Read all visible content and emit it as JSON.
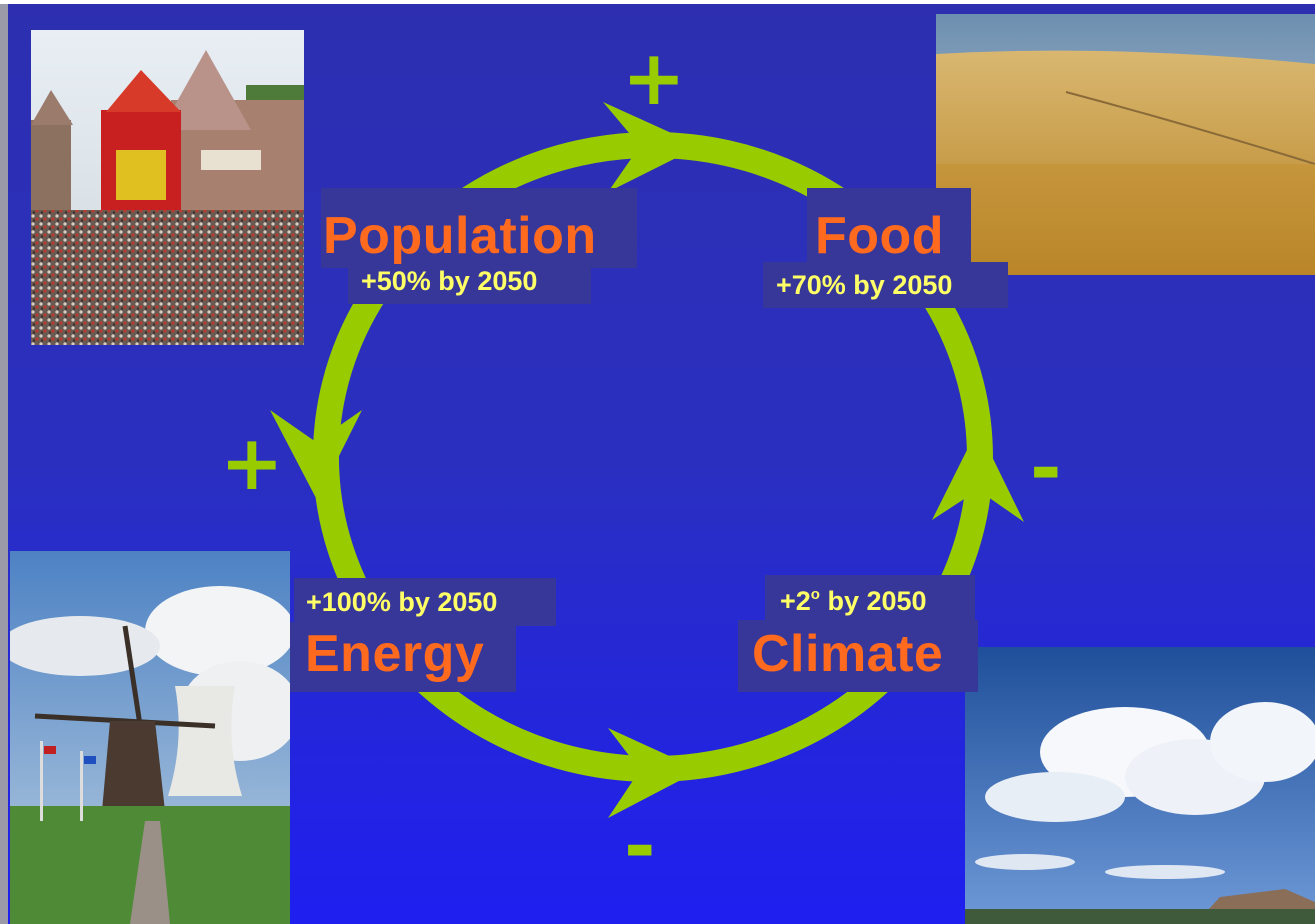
{
  "nodes": {
    "population": {
      "name": "Population",
      "change": "+50% by 2050"
    },
    "food": {
      "name": "Food",
      "change": "+70% by 2050"
    },
    "energy": {
      "name": "Energy",
      "change": "+100% by 2050"
    },
    "climate": {
      "name": "Climate",
      "change": "+2o by 2050"
    }
  },
  "signs": {
    "top": "+",
    "left": "+",
    "right": "-",
    "bottom": "-"
  },
  "colors": {
    "background": "#2a2fc0",
    "arrow": "#99cc00",
    "title_text": "#ff6a1f",
    "change_text": "#ffff66",
    "label_box": "#37379a"
  },
  "images": [
    {
      "name": "temple-crowd-photo",
      "depicts": "population"
    },
    {
      "name": "wheat-field-photo",
      "depicts": "food"
    },
    {
      "name": "windmill-cooling-tower-photo",
      "depicts": "energy"
    },
    {
      "name": "sky-clouds-photo",
      "depicts": "climate"
    }
  ]
}
